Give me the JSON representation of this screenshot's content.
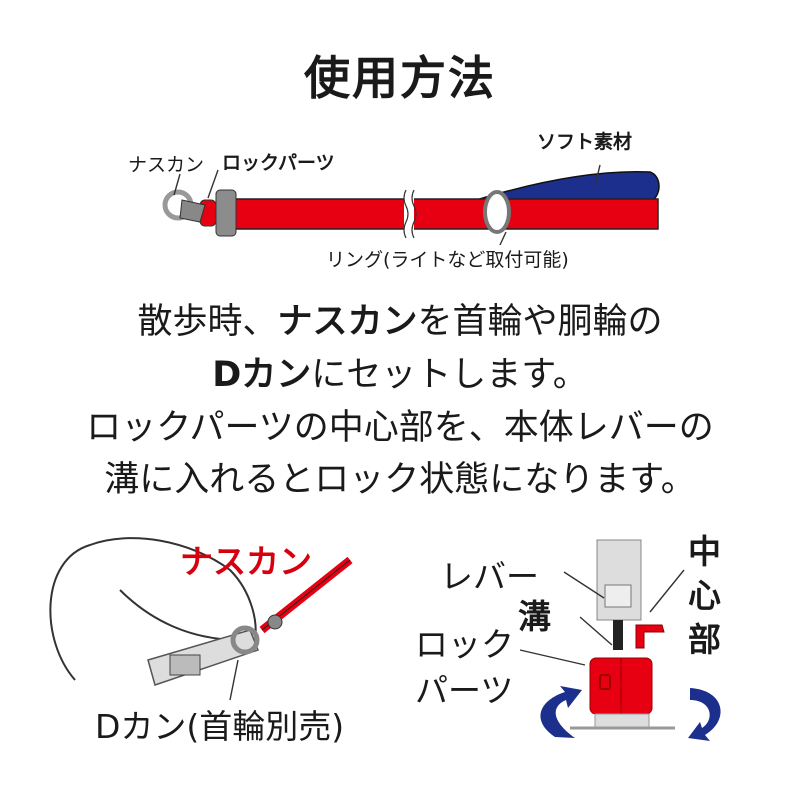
{
  "title": "使用方法",
  "leash_diagram": {
    "snap_hook_label": "ナスカン",
    "lock_part_label": "ロックパーツ",
    "soft_material_label": "ソフト素材",
    "ring_label": "リング(ライトなど取付可能)"
  },
  "instructions": {
    "line1_prefix": "散歩時、",
    "line1_bold": "ナスカン",
    "line1_suffix": "を首輪や胴輪の",
    "line2_bold": "Dカン",
    "line2_suffix": "にセットします。",
    "line3": "ロックパーツの中心部を、本体レバーの",
    "line4": "溝に入れるとロック状態になります。"
  },
  "dog_diagram": {
    "snap_hook_label": "ナスカン",
    "d_ring_label": "Dカン(首輪別売)"
  },
  "lock_diagram": {
    "lever_label": "レバー",
    "groove_label": "溝",
    "lock_label_line1": "ロック",
    "lock_label_line2": "パーツ",
    "center_label": "中心部"
  },
  "colors": {
    "leash_red": "#e60012",
    "soft_blue": "#1d2f8c",
    "label_red": "#d7000f",
    "metal_gray": "#9a9a9a"
  }
}
